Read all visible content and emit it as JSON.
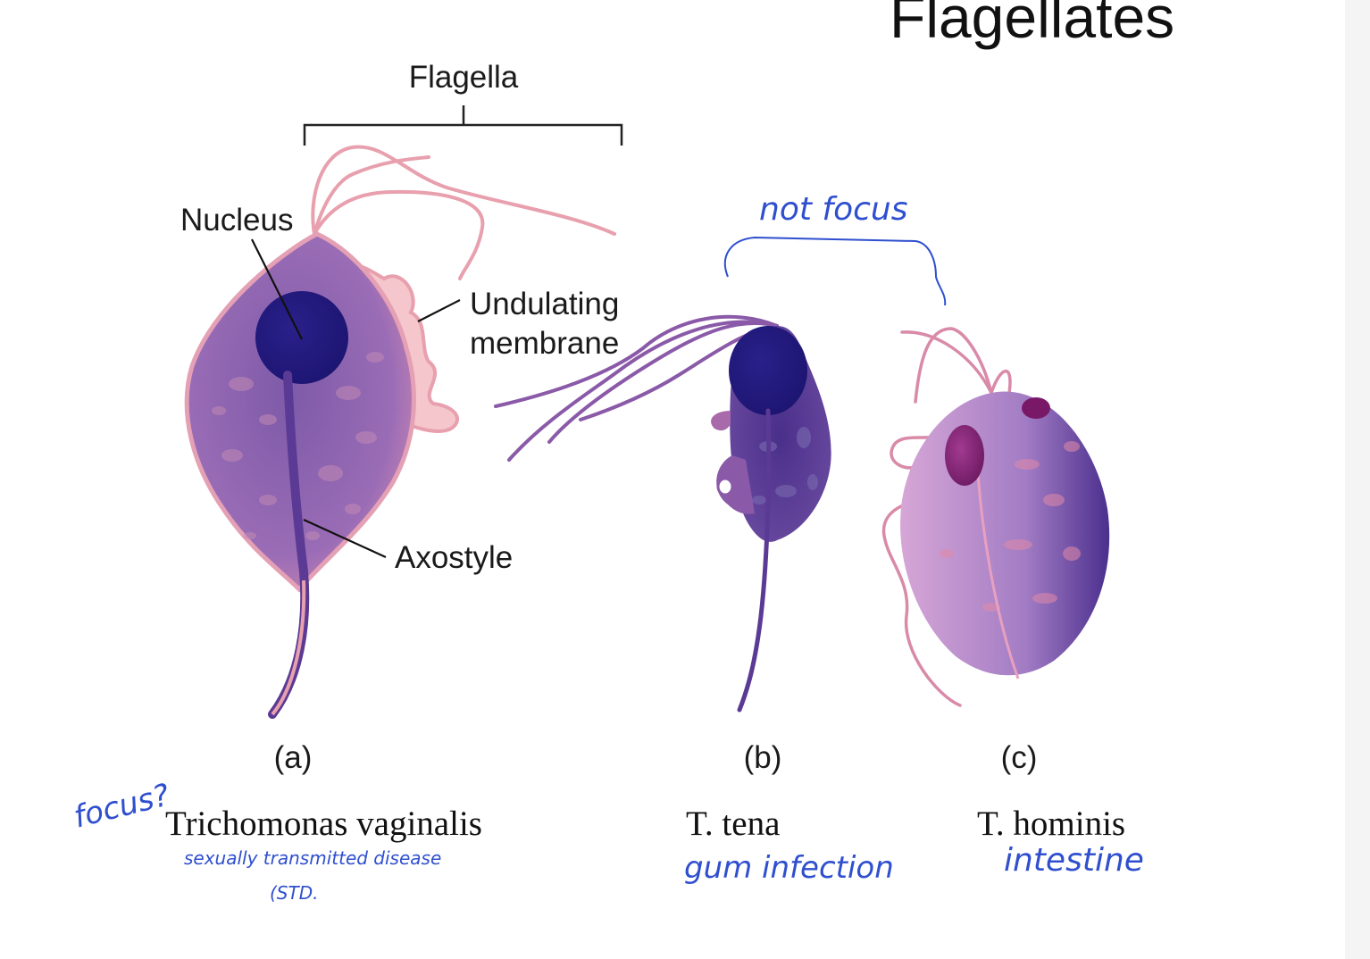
{
  "title": "Flagellates",
  "labels": {
    "flagella": "Flagella",
    "nucleus": "Nucleus",
    "undulating_line1": "Undulating",
    "undulating_line2": "membrane",
    "axostyle": "Axostyle",
    "panel_a": "(a)",
    "panel_b": "(b)",
    "panel_c": "(c)"
  },
  "captions": {
    "a": "Trichomonas  vaginalis",
    "b": "T. tena",
    "c": "T. hominis"
  },
  "handwritten": {
    "focus": "focus?",
    "a_line1": "sexually transmitted disease",
    "a_line2": "(STD.",
    "not_focus": "not focus",
    "b_note": "gum infection",
    "c_note": "intestine"
  },
  "colors": {
    "cell_purple": "#8a5fb0",
    "nucleus_blue": "#241a7e",
    "flagella_pink": "#e8a0ae",
    "handwriting_blue": "#2f4fcf"
  }
}
